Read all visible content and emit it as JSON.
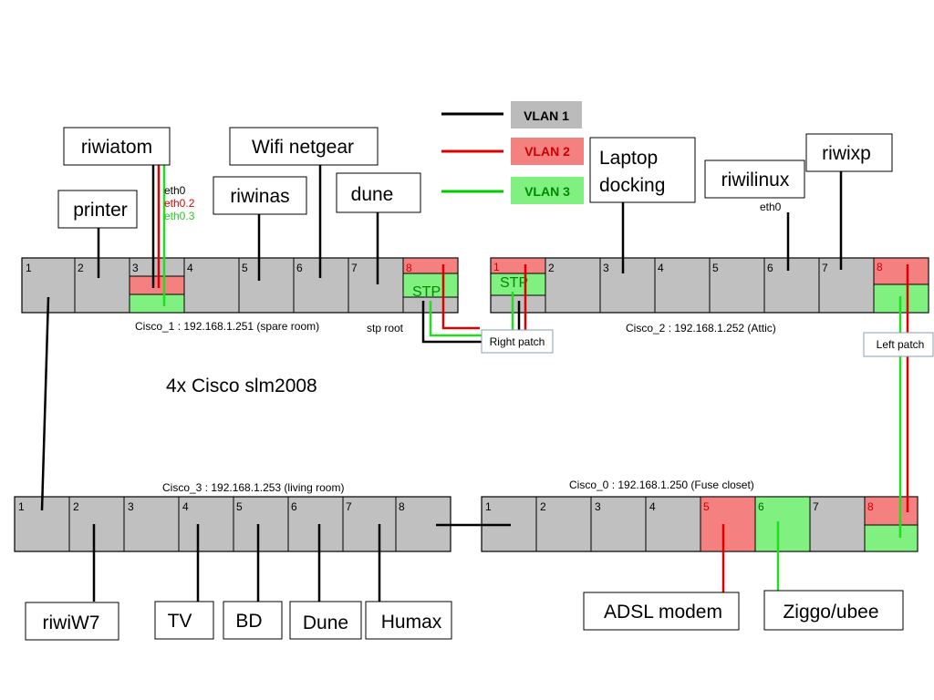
{
  "legend": [
    {
      "label": "VLAN 1",
      "line_color": "#000000",
      "box_color": "#bbbbbb",
      "text_color": "#000000"
    },
    {
      "label": "VLAN 2",
      "line_color": "#dd0000",
      "box_color": "#f48080",
      "text_color": "#cc0000"
    },
    {
      "label": "VLAN 3",
      "line_color": "#00cc00",
      "box_color": "#80f080",
      "text_color": "#008800"
    }
  ],
  "colors": {
    "port": "#c0c0c0",
    "vlan2": "#f48080",
    "vlan3": "#80f080",
    "red_line": "#dd0000",
    "green_line": "#22dd22"
  },
  "switches": {
    "cisco_1": {
      "caption": "Cisco_1 : 192.168.1.251 (spare room)",
      "ports": [
        "1",
        "2",
        "3",
        "4",
        "5",
        "6",
        "7",
        "8"
      ],
      "stp_label": "STP"
    },
    "cisco_2": {
      "caption": "Cisco_2 : 192.168.1.252 (Attic)",
      "ports": [
        "1",
        "2",
        "3",
        "4",
        "5",
        "6",
        "7",
        "8"
      ],
      "stp_label": "STP"
    },
    "cisco_3": {
      "caption": "Cisco_3 : 192.168.1.253 (living room)",
      "ports": [
        "1",
        "2",
        "3",
        "4",
        "5",
        "6",
        "7",
        "8"
      ]
    },
    "cisco_0": {
      "caption": "Cisco_0 : 192.168.1.250 (Fuse closet)",
      "ports": [
        "1",
        "2",
        "3",
        "4",
        "5",
        "6",
        "7",
        "8"
      ]
    }
  },
  "devices": {
    "riwiatom": "riwiatom",
    "printer": "printer",
    "wifi_netgear": "Wifi netgear",
    "riwinas": "riwinas",
    "dune_top": "dune",
    "laptop_docking_1": "Laptop",
    "laptop_docking_2": "docking",
    "riwilinux": "riwilinux",
    "riwixp": "riwixp",
    "riwiw7": "riwiW7",
    "tv": "TV",
    "bd": "BD",
    "dune_bottom": "Dune",
    "humax": "Humax",
    "adsl_modem": "ADSL modem",
    "ziggo": "Ziggo/ubee"
  },
  "interfaces": {
    "eth0": "eth0",
    "eth0_2": "eth0.2",
    "eth0_3": "eth0.3",
    "riwilinux_eth0": "eth0"
  },
  "notes": {
    "stp_root": "stp root",
    "right_patch": "Right patch",
    "left_patch": "Left patch",
    "title": "4x Cisco slm2008"
  }
}
